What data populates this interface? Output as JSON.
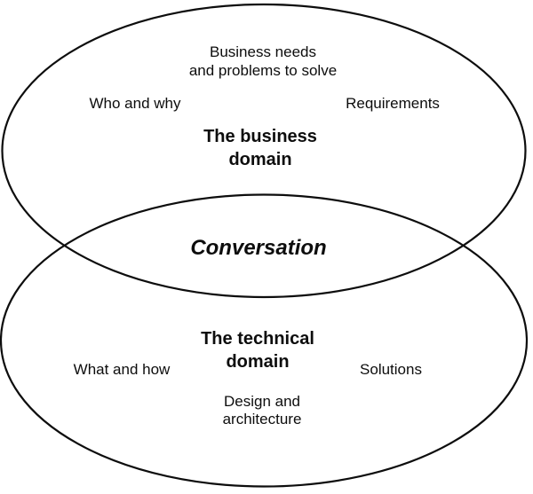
{
  "venn": {
    "business": {
      "needs_label": "Business needs\nand problems to solve",
      "left_label": "Who and why",
      "right_label": "Requirements",
      "title": "The business\ndomain"
    },
    "overlap": {
      "label": "Conversation"
    },
    "technical": {
      "title": "The technical\ndomain",
      "left_label": "What and how",
      "right_label": "Solutions",
      "bottom_label": "Design and\narchitecture"
    },
    "colors": {
      "stroke": "#0d0d0d",
      "text": "#0d0d0d",
      "background": "#ffffff"
    }
  }
}
